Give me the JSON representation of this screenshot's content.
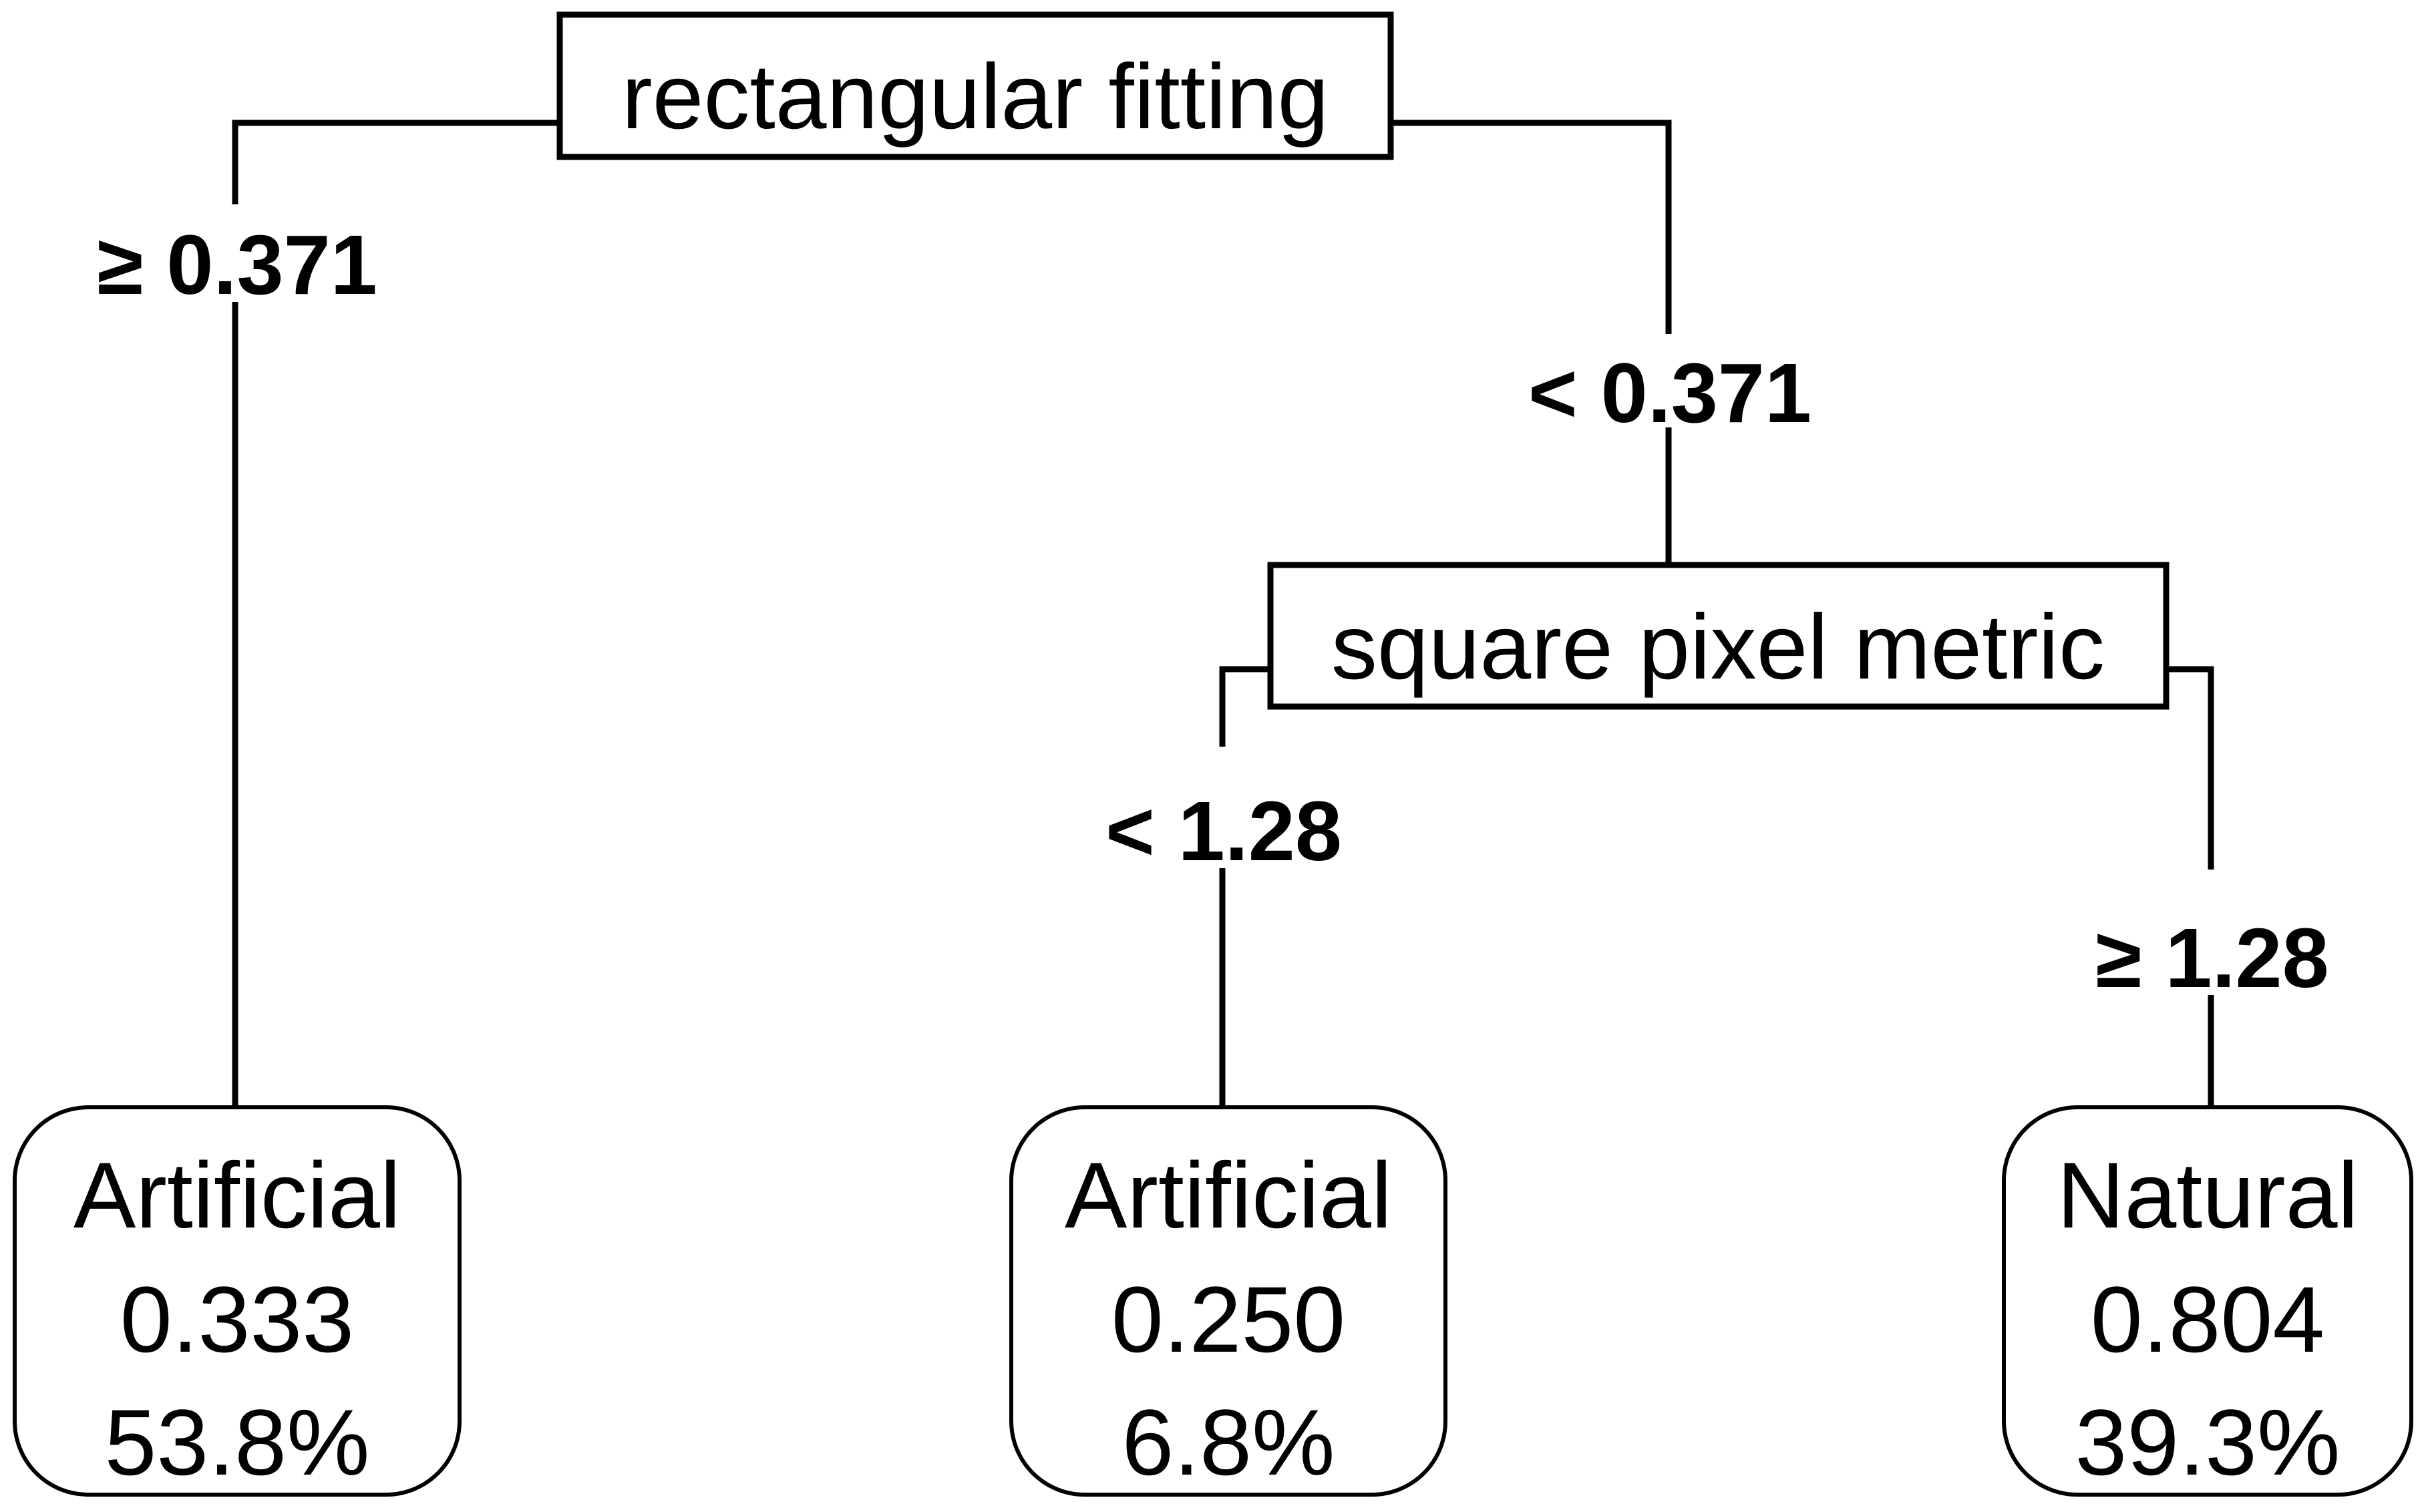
{
  "chart_data": {
    "type": "diagram",
    "diagram_kind": "decision-tree",
    "title": "",
    "nodes": [
      {
        "id": "root",
        "kind": "split",
        "label": "rectangular fitting",
        "shape": "rectangle"
      },
      {
        "id": "leaf1",
        "kind": "leaf",
        "class_label": "Artificial",
        "probability": "0.333",
        "percent": "53.8%",
        "shape": "rounded-rectangle"
      },
      {
        "id": "split2",
        "kind": "split",
        "label": "square pixel metric",
        "shape": "rectangle"
      },
      {
        "id": "leaf2",
        "kind": "leaf",
        "class_label": "Artificial",
        "probability": "0.250",
        "percent": "6.8%",
        "shape": "rounded-rectangle"
      },
      {
        "id": "leaf3",
        "kind": "leaf",
        "class_label": "Natural",
        "probability": "0.804",
        "percent": "39.3%",
        "shape": "rounded-rectangle"
      }
    ],
    "edges": [
      {
        "from": "root",
        "to": "leaf1",
        "label": "≥ 0.371",
        "side": "left"
      },
      {
        "from": "root",
        "to": "split2",
        "label": "< 0.371",
        "side": "right"
      },
      {
        "from": "split2",
        "to": "leaf2",
        "label": "< 1.28",
        "side": "left"
      },
      {
        "from": "split2",
        "to": "leaf3",
        "label": "≥ 1.28",
        "side": "right"
      }
    ],
    "colors": {
      "stroke": "#000000",
      "fill": "#ffffff",
      "text": "#000000"
    }
  },
  "root_node": {
    "label": "rectangular fitting"
  },
  "split_node_2": {
    "label": "square pixel metric"
  },
  "edge_labels": {
    "root_left": "≥ 0.371",
    "root_right": "< 0.371",
    "split2_left": "< 1.28",
    "split2_right": "≥ 1.28"
  },
  "leaf_1": {
    "class_label": "Artificial",
    "probability": "0.333",
    "percent": "53.8%"
  },
  "leaf_2": {
    "class_label": "Artificial",
    "probability": "0.250",
    "percent": "6.8%"
  },
  "leaf_3": {
    "class_label": "Natural",
    "probability": "0.804",
    "percent": "39.3%"
  }
}
